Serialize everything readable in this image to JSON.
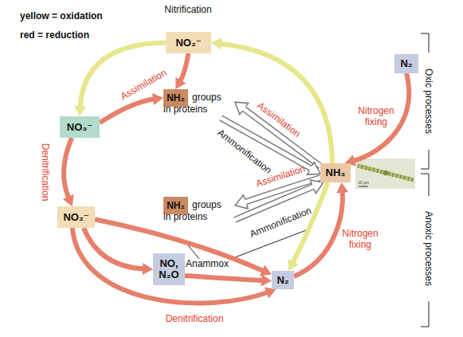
{
  "diagram": {
    "nodes": [
      {
        "text": [
          "NO₂⁻"
        ]
      },
      {
        "text": [
          "N₂"
        ]
      },
      {
        "text": [
          "NH₂",
          "groups in proteins"
        ]
      },
      {
        "text": [
          "NO₃⁻"
        ]
      },
      {
        "text": [
          "NH₃"
        ]
      },
      {
        "text": [
          "NH₂",
          "groups in proteins"
        ]
      },
      {
        "text": [
          "NO₂⁻"
        ]
      },
      {
        "text": [
          "NO, N₂O"
        ]
      },
      {
        "text": [
          "N₂"
        ]
      }
    ],
    "edges": [
      {
        "from": 4,
        "to": 0,
        "arrow": "to"
      },
      {
        "from": 0,
        "to": 3,
        "arrow": "to"
      },
      {
        "from": 0,
        "to": 2,
        "arrow": "to"
      },
      {
        "from": 3,
        "to": 2,
        "label": "Assimilation",
        "arrow": "to"
      },
      {
        "from": 4,
        "to": 2,
        "label": "Assimilation",
        "arrow": "to"
      },
      {
        "from": 2,
        "to": 4,
        "label": "Ammonification",
        "arrow": "to"
      },
      {
        "from": 1,
        "to": 4,
        "label": "Nitrogen fixing",
        "arrow": "to"
      },
      {
        "from": 4,
        "to": 5,
        "label": "Assimilation",
        "arrow": "to"
      },
      {
        "from": 5,
        "to": 4,
        "label": "Ammonification",
        "arrow": "to"
      },
      {
        "from": 3,
        "to": 6,
        "label": "Denitrification",
        "arrow": "to"
      },
      {
        "from": 6,
        "to": 7,
        "arrow": "to"
      },
      {
        "from": 7,
        "to": 8,
        "arrow": "to"
      },
      {
        "from": 6,
        "to": 8,
        "arrow": "to"
      },
      {
        "from": 6,
        "to": 8,
        "label": "Denitrification",
        "arrow": "to"
      },
      {
        "from": 4,
        "to": 8,
        "arrow": "to"
      },
      {
        "from": 8,
        "to": 4,
        "label": "Nitrogen fixing",
        "arrow": "to"
      }
    ],
    "labels": [
      "yellow = oxidation",
      "red = reduction",
      "Nitrification",
      "Anammox",
      "Oxic processes",
      "Anoxic processes",
      "10 µm"
    ]
  }
}
